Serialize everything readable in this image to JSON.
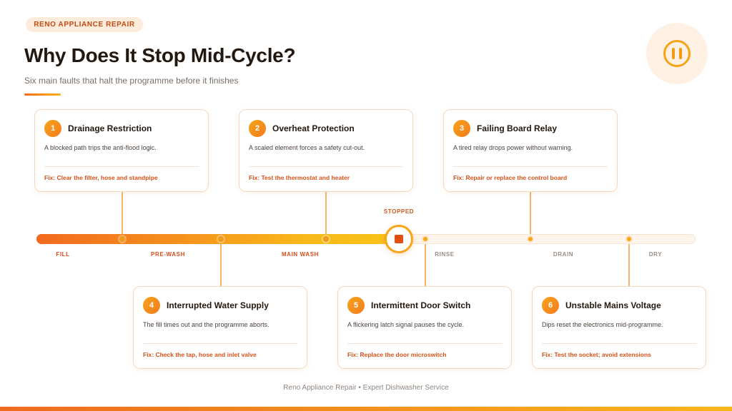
{
  "header": {
    "brand": "RENO APPLIANCE REPAIR",
    "title": "Why Does It Stop Mid-Cycle?",
    "subtitle": "Six main faults that halt the programme before it finishes"
  },
  "status": {
    "icon": "pause-icon",
    "label": "STOPPED",
    "progress_fraction": 0.55
  },
  "stages": [
    "FILL",
    "PRE-WASH",
    "MAIN WASH",
    "RINSE",
    "DRAIN",
    "DRY"
  ],
  "faults": [
    {
      "num": "1",
      "title": "Drainage Restriction",
      "desc": "A blocked path trips the anti-flood logic.",
      "fix": "Fix: Clear the filter, hose and standpipe"
    },
    {
      "num": "2",
      "title": "Overheat Protection",
      "desc": "A scaled element forces a safety cut-out.",
      "fix": "Fix: Test the thermostat and heater"
    },
    {
      "num": "3",
      "title": "Failing Board Relay",
      "desc": "A tired relay drops power without warning.",
      "fix": "Fix: Repair or replace the control board"
    },
    {
      "num": "4",
      "title": "Interrupted Water Supply",
      "desc": "The fill times out and the programme aborts.",
      "fix": "Fix: Check the tap, hose and inlet valve"
    },
    {
      "num": "5",
      "title": "Intermittent Door Switch",
      "desc": "A flickering latch signal pauses the cycle.",
      "fix": "Fix: Replace the door microswitch"
    },
    {
      "num": "6",
      "title": "Unstable Mains Voltage",
      "desc": "Dips reset the electronics mid-programme.",
      "fix": "Fix: Test the socket; avoid extensions"
    }
  ],
  "footer": "Reno Appliance Repair • Expert Dishwasher Service",
  "colors": {
    "accent": "#f26a1e",
    "accent_light": "#f8b61a",
    "stop": "#e24d12"
  }
}
